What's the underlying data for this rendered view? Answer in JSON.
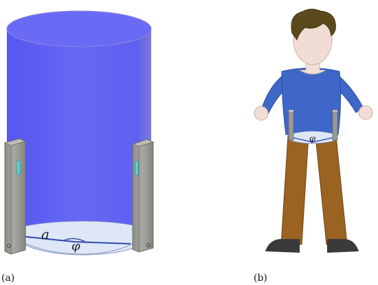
{
  "panel_a": {
    "caption": "(a)",
    "radius_symbol": "a",
    "angle_symbol": "φ"
  },
  "panel_b": {
    "caption": "(b)",
    "angle_symbol": "φ"
  },
  "colors": {
    "cylinder": "#5d5ef2",
    "cylinder_top": "#6b6cf6",
    "floor": "#dde7f6",
    "floor_line": "#3f56b5",
    "pillar": "#9a9a95",
    "pillar_light": "#bdbdb7",
    "sensor": "#3fe6e6",
    "skin": "#f1ddd3",
    "hair": "#5a4a1c",
    "shirt": "#3f67c8",
    "pants": "#9a6322",
    "shoes": "#3a3a3a"
  }
}
